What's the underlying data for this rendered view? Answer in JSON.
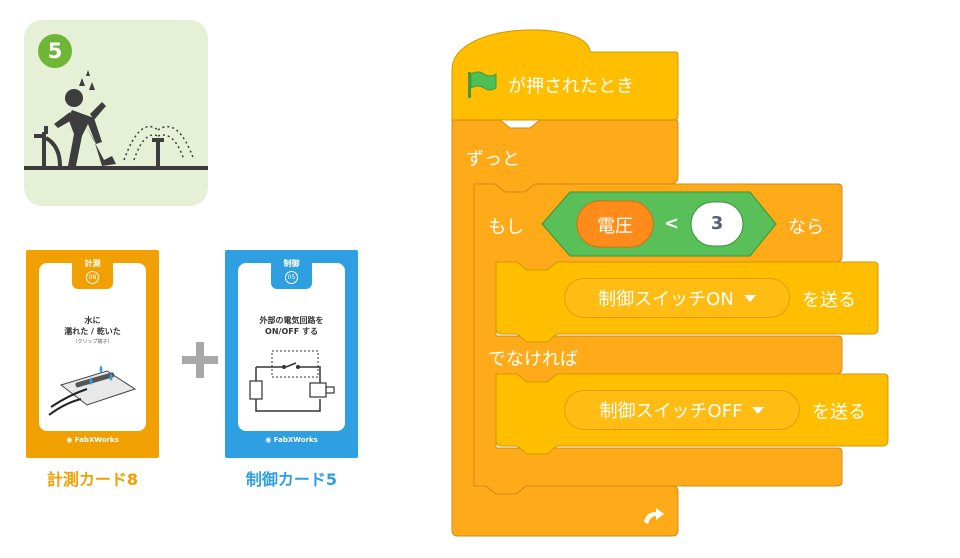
{
  "illustration": {
    "step_number": "5"
  },
  "cards": [
    {
      "category": "計測",
      "number": "08",
      "title_lines": [
        "水に",
        "濡れた / 乾いた"
      ],
      "subtitle": "（クリップ端子）",
      "logo": "FabXWorks",
      "label": "計測カード8",
      "color": "#f0a000"
    },
    {
      "category": "制御",
      "number": "05",
      "title_lines": [
        "外部の電気回路を",
        "ON/OFF する"
      ],
      "subtitle": "",
      "logo": "FabXWorks",
      "label": "制御カード5",
      "color": "#2e9fe0"
    }
  ],
  "scratch": {
    "hat": "が押されたとき",
    "forever": "ずっと",
    "if": "もし",
    "then": "なら",
    "condition": {
      "variable": "電圧",
      "operator": "<",
      "value": "3"
    },
    "broadcast_on": {
      "message": "制御スイッチON",
      "action": "を送る"
    },
    "else": "でなければ",
    "broadcast_off": {
      "message": "制御スイッチOFF",
      "action": "を送る"
    }
  },
  "colors": {
    "control": "#ffab19",
    "control_dark": "#cf8b17",
    "events": "#ffbf00",
    "operator": "#59c059",
    "variable": "#ff8c1a",
    "green_flag": "#4cbf56"
  }
}
